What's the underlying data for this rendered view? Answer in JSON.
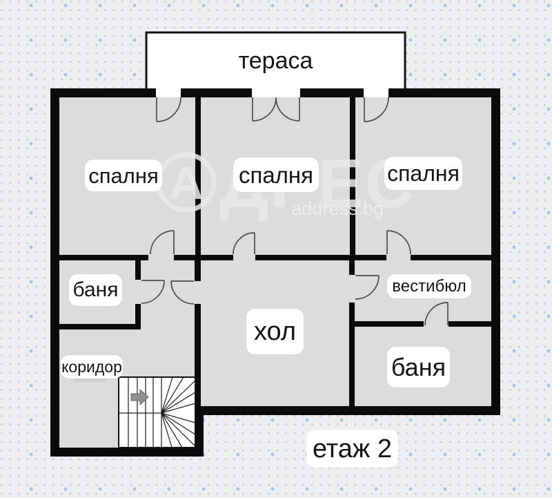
{
  "floorplan": {
    "terrace_label": "тераса",
    "rooms": {
      "bedroom_left": "спалня",
      "bedroom_middle": "спалня",
      "bedroom_right": "спалня",
      "bathroom_left": "баня",
      "bathroom_right": "баня",
      "hall": "хол",
      "vestibule": "вестибюл",
      "corridor": "коридор"
    },
    "floor_label": "етаж 2",
    "stairs": {
      "direction_arrow": "right-arrow"
    }
  },
  "watermark": {
    "logo_initial": "А",
    "logo_rest": "ДРЕС",
    "domain": "address.bg"
  },
  "colors": {
    "wall": "#0b0b0b",
    "room_fill": "#dcdcdc",
    "terrace_fill": "#ffffff",
    "door_line": "#4a4a4a",
    "stairs_line": "#1a1a1a",
    "arrow_fill": "#8f8f8f",
    "watermark_fill": "#e8eaec",
    "background": "#edeff1",
    "dot_small": "#c7ccd3",
    "dot_accent": "#a9c0de"
  }
}
